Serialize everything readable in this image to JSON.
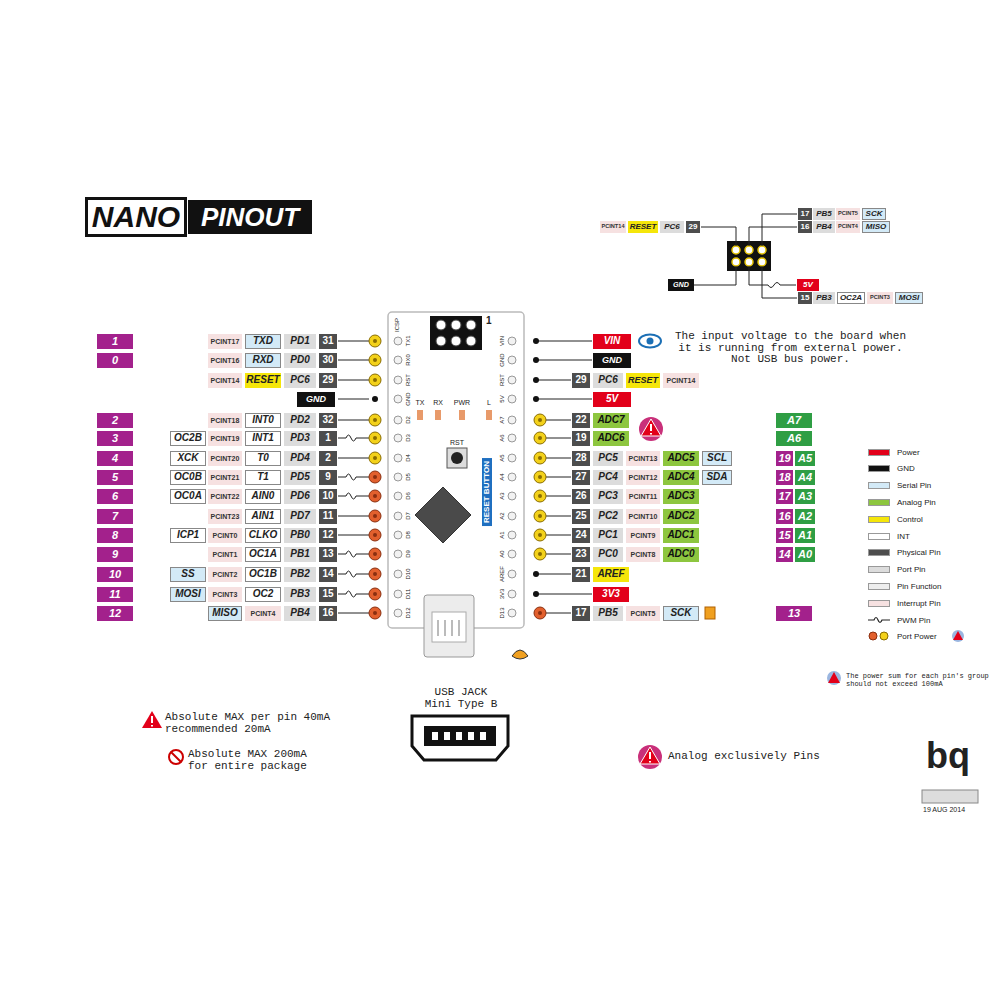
{
  "diagram": {
    "nodes": [
      {
        "text": [
          "NANO"
        ]
      },
      {
        "text": [
          "PINOUT"
        ]
      },
      {
        "text": [
          "17"
        ]
      },
      {
        "text": [
          "PB5"
        ]
      },
      {
        "text": [
          "PCINT5"
        ]
      },
      {
        "text": [
          "SCK"
        ]
      },
      {
        "text": [
          "PCINT14"
        ]
      },
      {
        "text": [
          "RESET"
        ]
      },
      {
        "text": [
          "PC6"
        ]
      },
      {
        "text": [
          "29"
        ]
      },
      {
        "text": [
          "16"
        ]
      },
      {
        "text": [
          "PB4"
        ]
      },
      {
        "text": [
          "PCINT4"
        ]
      },
      {
        "text": [
          "MISO"
        ]
      },
      {
        "text": [
          "GND"
        ]
      },
      {
        "text": [
          "5V"
        ]
      },
      {
        "text": [
          "15"
        ]
      },
      {
        "text": [
          "PB3"
        ]
      },
      {
        "text": [
          "OC2A"
        ]
      },
      {
        "text": [
          "PCINT3"
        ]
      },
      {
        "text": [
          "MOSI"
        ]
      },
      {
        "text": [
          "1"
        ]
      },
      {
        "text": [
          "PCINT17"
        ]
      },
      {
        "text": [
          "TXD"
        ]
      },
      {
        "text": [
          "PD1"
        ]
      },
      {
        "text": [
          "31"
        ]
      },
      {
        "text": [
          "VIN"
        ]
      },
      {
        "text": [
          "0"
        ]
      },
      {
        "text": [
          "PCINT16"
        ]
      },
      {
        "text": [
          "RXD"
        ]
      },
      {
        "text": [
          "PD0"
        ]
      },
      {
        "text": [
          "30"
        ]
      },
      {
        "text": [
          "GND"
        ]
      },
      {
        "text": [
          "PCINT14"
        ]
      },
      {
        "text": [
          "RESET"
        ]
      },
      {
        "text": [
          "PC6"
        ]
      },
      {
        "text": [
          "29"
        ]
      },
      {
        "text": [
          "29"
        ]
      },
      {
        "text": [
          "PC6"
        ]
      },
      {
        "text": [
          "RESET"
        ]
      },
      {
        "text": [
          "PCINT14"
        ]
      },
      {
        "text": [
          "GND"
        ]
      },
      {
        "text": [
          "5V"
        ]
      },
      {
        "text": [
          "2"
        ]
      },
      {
        "text": [
          "PCINT18"
        ]
      },
      {
        "text": [
          "INT0"
        ]
      },
      {
        "text": [
          "PD2"
        ]
      },
      {
        "text": [
          "32"
        ]
      },
      {
        "text": [
          "22"
        ]
      },
      {
        "text": [
          "ADC7"
        ]
      },
      {
        "text": [
          "A7"
        ]
      },
      {
        "text": [
          "3"
        ]
      },
      {
        "text": [
          "OC2B"
        ]
      },
      {
        "text": [
          "PCINT19"
        ]
      },
      {
        "text": [
          "INT1"
        ]
      },
      {
        "text": [
          "PD3"
        ]
      },
      {
        "text": [
          "1"
        ]
      },
      {
        "text": [
          "19"
        ]
      },
      {
        "text": [
          "ADC6"
        ]
      },
      {
        "text": [
          "A6"
        ]
      },
      {
        "text": [
          "4"
        ]
      },
      {
        "text": [
          "XCK"
        ]
      },
      {
        "text": [
          "PCINT20"
        ]
      },
      {
        "text": [
          "T0"
        ]
      },
      {
        "text": [
          "PD4"
        ]
      },
      {
        "text": [
          "2"
        ]
      },
      {
        "text": [
          "28"
        ]
      },
      {
        "text": [
          "PC5"
        ]
      },
      {
        "text": [
          "PCINT13"
        ]
      },
      {
        "text": [
          "ADC5"
        ]
      },
      {
        "text": [
          "SCL"
        ]
      },
      {
        "text": [
          "19"
        ]
      },
      {
        "text": [
          "A5"
        ]
      },
      {
        "text": [
          "5"
        ]
      },
      {
        "text": [
          "OC0B"
        ]
      },
      {
        "text": [
          "PCINT21"
        ]
      },
      {
        "text": [
          "T1"
        ]
      },
      {
        "text": [
          "PD5"
        ]
      },
      {
        "text": [
          "9"
        ]
      },
      {
        "text": [
          "27"
        ]
      },
      {
        "text": [
          "PC4"
        ]
      },
      {
        "text": [
          "PCINT12"
        ]
      },
      {
        "text": [
          "ADC4"
        ]
      },
      {
        "text": [
          "SDA"
        ]
      },
      {
        "text": [
          "18"
        ]
      },
      {
        "text": [
          "A4"
        ]
      },
      {
        "text": [
          "6"
        ]
      },
      {
        "text": [
          "OC0A"
        ]
      },
      {
        "text": [
          "PCINT22"
        ]
      },
      {
        "text": [
          "AIN0"
        ]
      },
      {
        "text": [
          "PD6"
        ]
      },
      {
        "text": [
          "10"
        ]
      },
      {
        "text": [
          "26"
        ]
      },
      {
        "text": [
          "PC3"
        ]
      },
      {
        "text": [
          "PCINT11"
        ]
      },
      {
        "text": [
          "ADC3"
        ]
      },
      {
        "text": [
          "17"
        ]
      },
      {
        "text": [
          "A3"
        ]
      },
      {
        "text": [
          "7"
        ]
      },
      {
        "text": [
          "PCINT23"
        ]
      },
      {
        "text": [
          "AIN1"
        ]
      },
      {
        "text": [
          "PD7"
        ]
      },
      {
        "text": [
          "11"
        ]
      },
      {
        "text": [
          "25"
        ]
      },
      {
        "text": [
          "PC2"
        ]
      },
      {
        "text": [
          "PCINT10"
        ]
      },
      {
        "text": [
          "ADC2"
        ]
      },
      {
        "text": [
          "16"
        ]
      },
      {
        "text": [
          "A2"
        ]
      },
      {
        "text": [
          "8"
        ]
      },
      {
        "text": [
          "ICP1"
        ]
      },
      {
        "text": [
          "PCINT0"
        ]
      },
      {
        "text": [
          "CLKO"
        ]
      },
      {
        "text": [
          "PB0"
        ]
      },
      {
        "text": [
          "12"
        ]
      },
      {
        "text": [
          "24"
        ]
      },
      {
        "text": [
          "PC1"
        ]
      },
      {
        "text": [
          "PCINT9"
        ]
      },
      {
        "text": [
          "ADC1"
        ]
      },
      {
        "text": [
          "15"
        ]
      },
      {
        "text": [
          "A1"
        ]
      },
      {
        "text": [
          "9"
        ]
      },
      {
        "text": [
          "PCINT1"
        ]
      },
      {
        "text": [
          "OC1A"
        ]
      },
      {
        "text": [
          "PB1"
        ]
      },
      {
        "text": [
          "13"
        ]
      },
      {
        "text": [
          "23"
        ]
      },
      {
        "text": [
          "PC0"
        ]
      },
      {
        "text": [
          "PCINT8"
        ]
      },
      {
        "text": [
          "ADC0"
        ]
      },
      {
        "text": [
          "14"
        ]
      },
      {
        "text": [
          "A0"
        ]
      },
      {
        "text": [
          "10"
        ]
      },
      {
        "text": [
          "SS"
        ]
      },
      {
        "text": [
          "PCINT2"
        ]
      },
      {
        "text": [
          "OC1B"
        ]
      },
      {
        "text": [
          "PB2"
        ]
      },
      {
        "text": [
          "14"
        ]
      },
      {
        "text": [
          "21"
        ]
      },
      {
        "text": [
          "AREF"
        ]
      },
      {
        "text": [
          "11"
        ]
      },
      {
        "text": [
          "MOSI"
        ]
      },
      {
        "text": [
          "PCINT3"
        ]
      },
      {
        "text": [
          "OC2"
        ]
      },
      {
        "text": [
          "PB3"
        ]
      },
      {
        "text": [
          "15"
        ]
      },
      {
        "text": [
          "3V3"
        ]
      },
      {
        "text": [
          "12"
        ]
      },
      {
        "text": [
          "MISO"
        ]
      },
      {
        "text": [
          "PCINT4"
        ]
      },
      {
        "text": [
          "PB4"
        ]
      },
      {
        "text": [
          "16"
        ]
      },
      {
        "text": [
          "17"
        ]
      },
      {
        "text": [
          "PB5"
        ]
      },
      {
        "text": [
          "PCINT5"
        ]
      },
      {
        "text": [
          "SCK"
        ]
      },
      {
        "text": [
          "13"
        ]
      }
    ],
    "labels": [
      "The input voltage to the board when it is running from external power. Not USB bus power.",
      "The power sum for each pin's group should not exceed 100mA",
      "Absolute MAX per pin 40mA recommended 20mA",
      "Absolute MAX 200mA for entire package",
      "Analog exclusively Pins",
      "USB JACK Mini Type B",
      "bq",
      "19 AUG 2014",
      "ICSP",
      "1",
      "TX",
      "RX",
      "PWR",
      "L",
      "RST",
      "RESET BUTTON",
      "TX1",
      "RX0",
      "RST",
      "GND",
      "D2",
      "D3",
      "D4",
      "D5",
      "D6",
      "D7",
      "D8",
      "D9",
      "D10",
      "D11",
      "D12",
      "VIN",
      "GND",
      "RST",
      "5V",
      "A7",
      "A6",
      "A5",
      "A4",
      "A3",
      "A2",
      "A1",
      "A0",
      "AREF",
      "3V3",
      "D13"
    ],
    "legend": [
      {
        "text": "Power",
        "color": "#e2001a"
      },
      {
        "text": "GND",
        "color": "#111111"
      },
      {
        "text": "Serial Pin",
        "color": "#d3eaf7"
      },
      {
        "text": "Analog Pin",
        "color": "#8dc63f"
      },
      {
        "text": "Control",
        "color": "#f5e60a"
      },
      {
        "text": "INT",
        "color": "#ffffff"
      },
      {
        "text": "Physical Pin",
        "color": "#4d4d4d"
      },
      {
        "text": "Port Pin",
        "color": "#dcdcdc"
      },
      {
        "text": "Pin Function",
        "color": "#eeeeee"
      },
      {
        "text": "Interrupt Pin",
        "color": "#f6e1e1"
      },
      {
        "text": "PWM Pin"
      },
      {
        "text": "Port Power"
      }
    ]
  }
}
